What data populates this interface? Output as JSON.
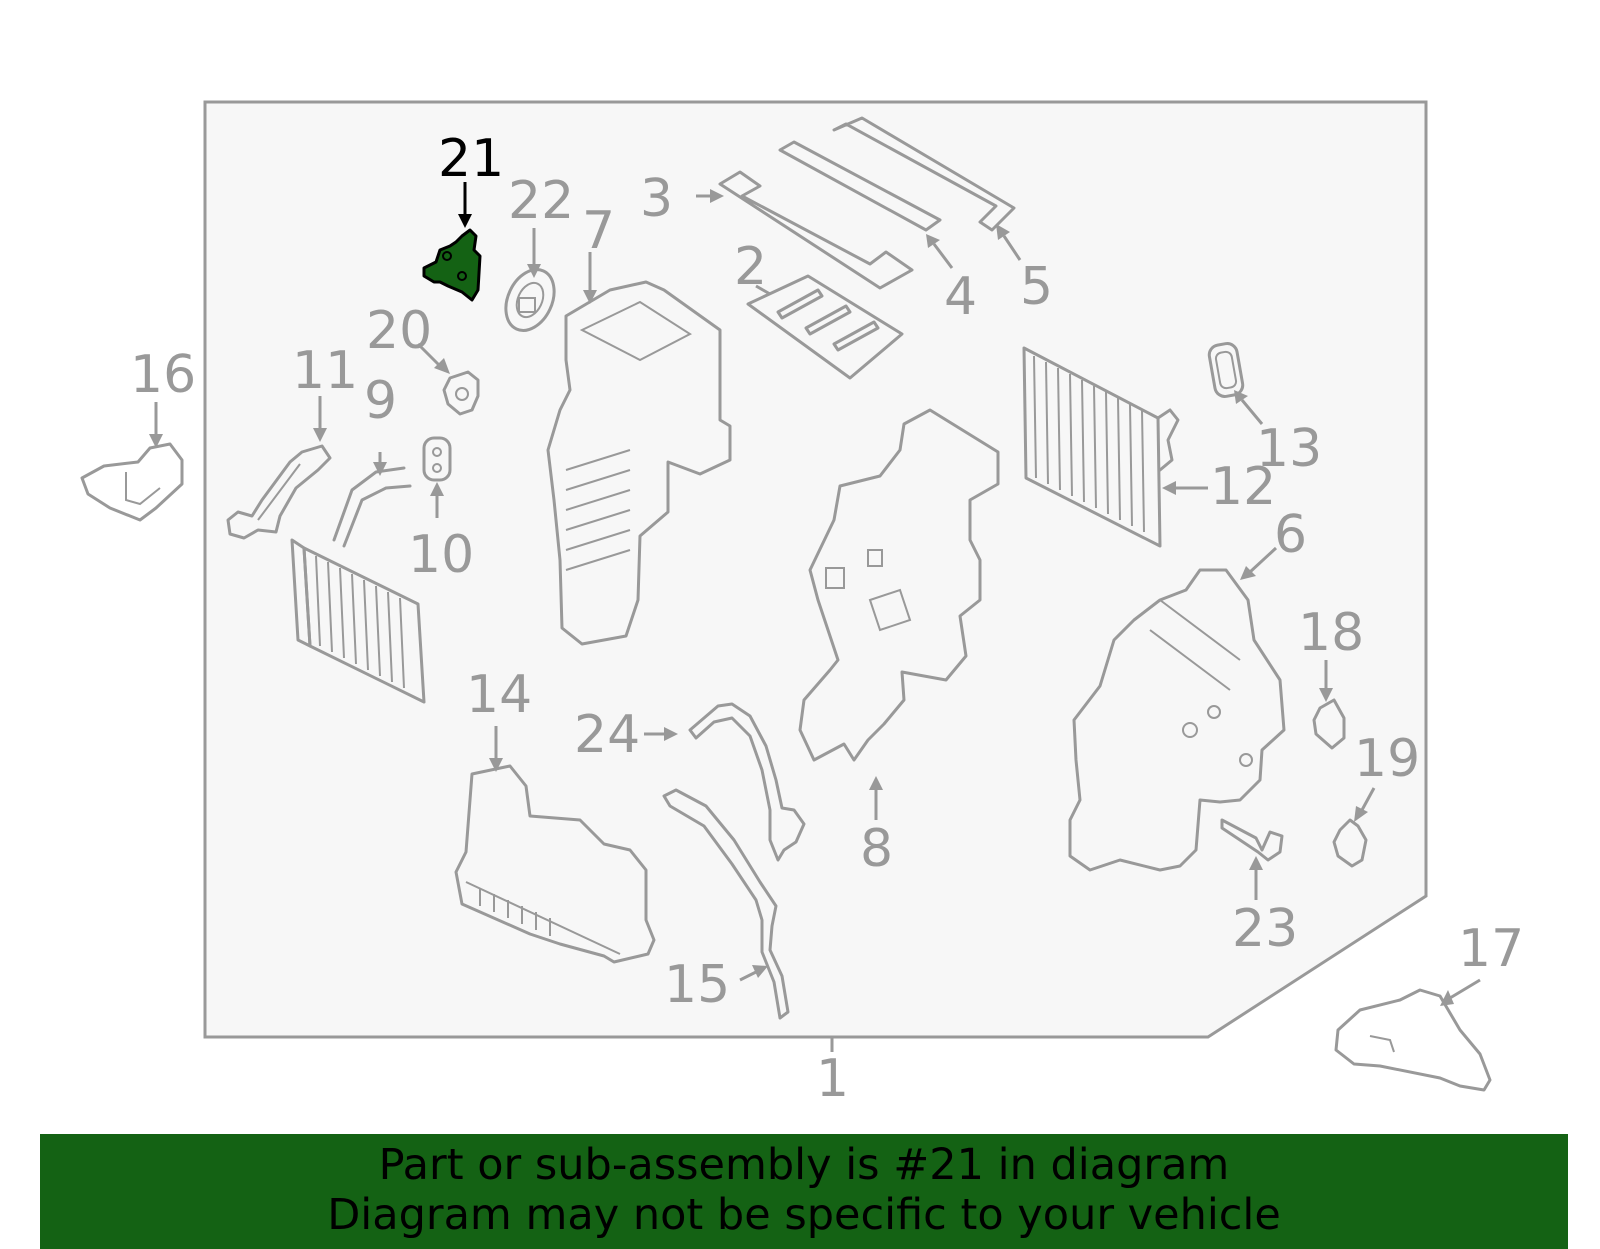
{
  "highlight_part": "21",
  "colors": {
    "highlight": "#146214",
    "outline": "#999999",
    "panel": "#f7f7f7"
  },
  "callouts": [
    "1",
    "2",
    "3",
    "4",
    "5",
    "6",
    "7",
    "8",
    "9",
    "10",
    "11",
    "12",
    "13",
    "14",
    "15",
    "16",
    "17",
    "18",
    "19",
    "20",
    "21",
    "22",
    "23",
    "24"
  ],
  "banner": {
    "line1": "Part or sub-assembly is #21 in diagram",
    "line2": "Diagram may not be specific to your vehicle"
  }
}
